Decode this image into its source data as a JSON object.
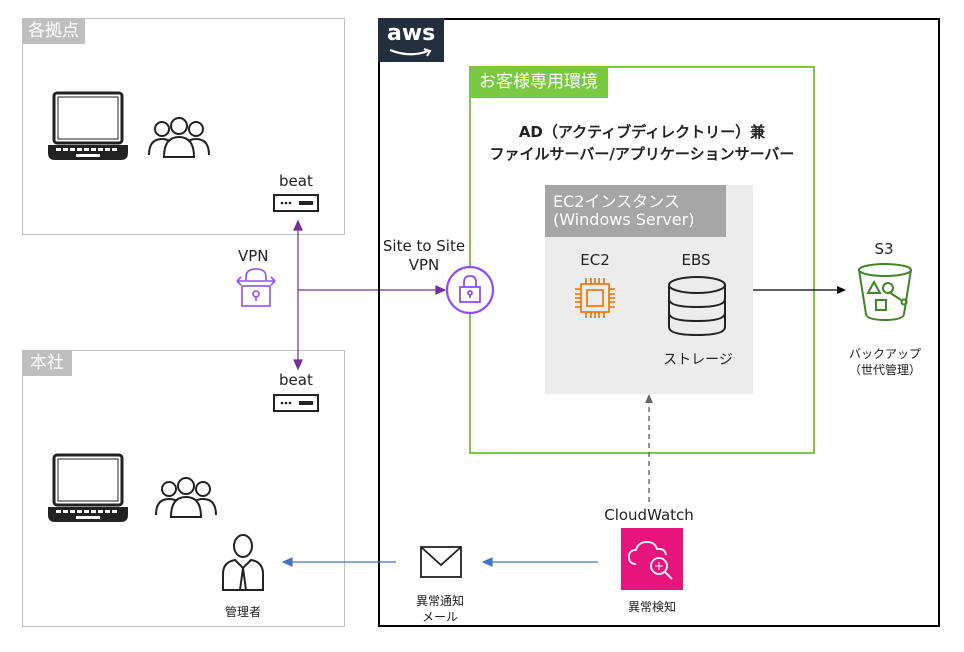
{
  "site_box": {
    "label": "各拠点",
    "device_label": "beat"
  },
  "hq_box": {
    "label": "本社",
    "device_label": "beat",
    "admin_label": "管理者"
  },
  "vpn": {
    "label": "VPN"
  },
  "aws": {
    "logo_text": "aws"
  },
  "customer_env": {
    "label": "お客様専用環境",
    "title_line1": "AD（アクティブディレクトリー）兼",
    "title_line2": "ファイルサーバー/アプリケーションサーバー"
  },
  "ec2_instance": {
    "label_line1": "EC2インスタンス",
    "label_line2": "(Windows Server)",
    "ec2_label": "EC2",
    "ebs_label": "EBS",
    "storage_label": "ストレージ"
  },
  "s2s_vpn": {
    "line1": "Site to Site",
    "line2": "VPN"
  },
  "s3": {
    "label": "S3",
    "caption_line1": "バックアップ",
    "caption_line2": "（世代管理）"
  },
  "cloudwatch": {
    "label": "CloudWatch",
    "caption": "異常検知"
  },
  "mail": {
    "caption_line1": "異常通知",
    "caption_line2": "メール"
  },
  "colors": {
    "vpn_purple": "#8c4fff",
    "green_border": "#7ac943",
    "gray_tag": "#bfbfbf",
    "ec2_orange": "#ed7100",
    "s3_green": "#3f8624",
    "cloudwatch_pink": "#e7157b",
    "arrow_blue": "#4472c4"
  },
  "icons": [
    "laptop-icon",
    "users-icon",
    "server-device-icon",
    "vpn-gateway-icon",
    "lock-icon",
    "chip-icon",
    "storage-icon",
    "bucket-icon",
    "cloudwatch-icon",
    "envelope-icon",
    "admin-icon"
  ]
}
